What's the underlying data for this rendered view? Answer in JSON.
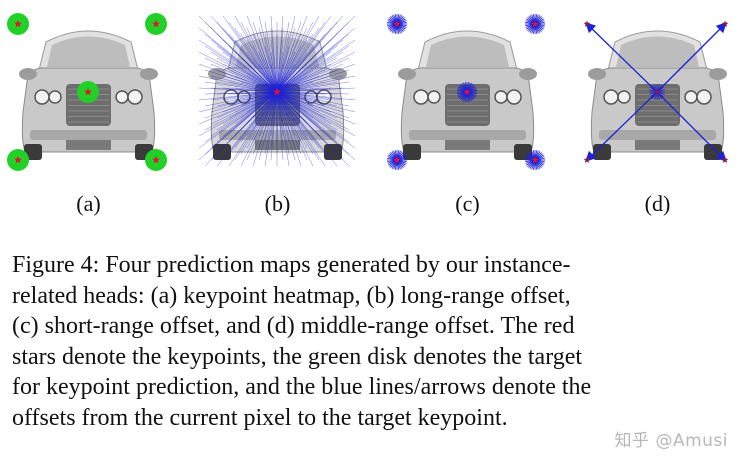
{
  "panels": [
    {
      "id": "a",
      "label": "(a)",
      "type": "keypoint-heatmap"
    },
    {
      "id": "b",
      "label": "(b)",
      "type": "long-range-offset"
    },
    {
      "id": "c",
      "label": "(c)",
      "type": "short-range-offset"
    },
    {
      "id": "d",
      "label": "(d)",
      "type": "middle-range-offset"
    }
  ],
  "colors": {
    "keypoint": "#e8102a",
    "disk": "#21d12a",
    "offset": "#1d21d8",
    "car_body": "#c9c9c9",
    "car_dark": "#6e6e6e"
  },
  "caption": {
    "line1": "Figure 4: Four prediction maps generated by our instance-",
    "line2": "related heads: (a) keypoint heatmap, (b) long-range offset,",
    "line3": "(c) short-range offset, and (d) middle-range offset. The red",
    "line4": "stars denote the keypoints, the green disk denotes the target",
    "line5": "for keypoint prediction, and the blue lines/arrows denote the",
    "line6": "offsets from the current pixel to the target keypoint."
  },
  "watermark": "知乎 @Amusi"
}
